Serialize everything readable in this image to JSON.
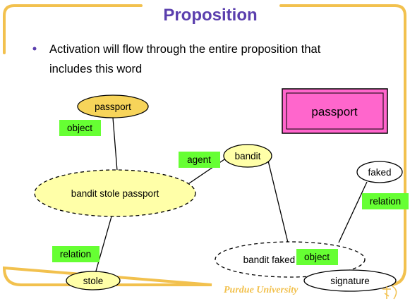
{
  "slide": {
    "title": "Proposition",
    "bullet": [
      "Activation will flow through the entire proposition that",
      "includes this word"
    ],
    "footer": "Purdue University",
    "colors": {
      "title": "#5b3fae",
      "frame": "#f2c14e",
      "node_fill": "#ffffa8",
      "node_fill_dark": "#f7d45a",
      "label_fill": "#66ff33",
      "word_box": "#ff66cc"
    }
  },
  "diagram": {
    "word_box": "passport",
    "nodes": {
      "passport": "passport",
      "bandit": "bandit",
      "faked": "faked",
      "stole": "stole",
      "signature": "signature",
      "prop1": "bandit stole passport",
      "prop2": "bandit faked signature"
    },
    "labels": {
      "object1": "object",
      "agent": "agent",
      "relation1": "relation",
      "relation2": "relation",
      "object2": "object"
    }
  }
}
